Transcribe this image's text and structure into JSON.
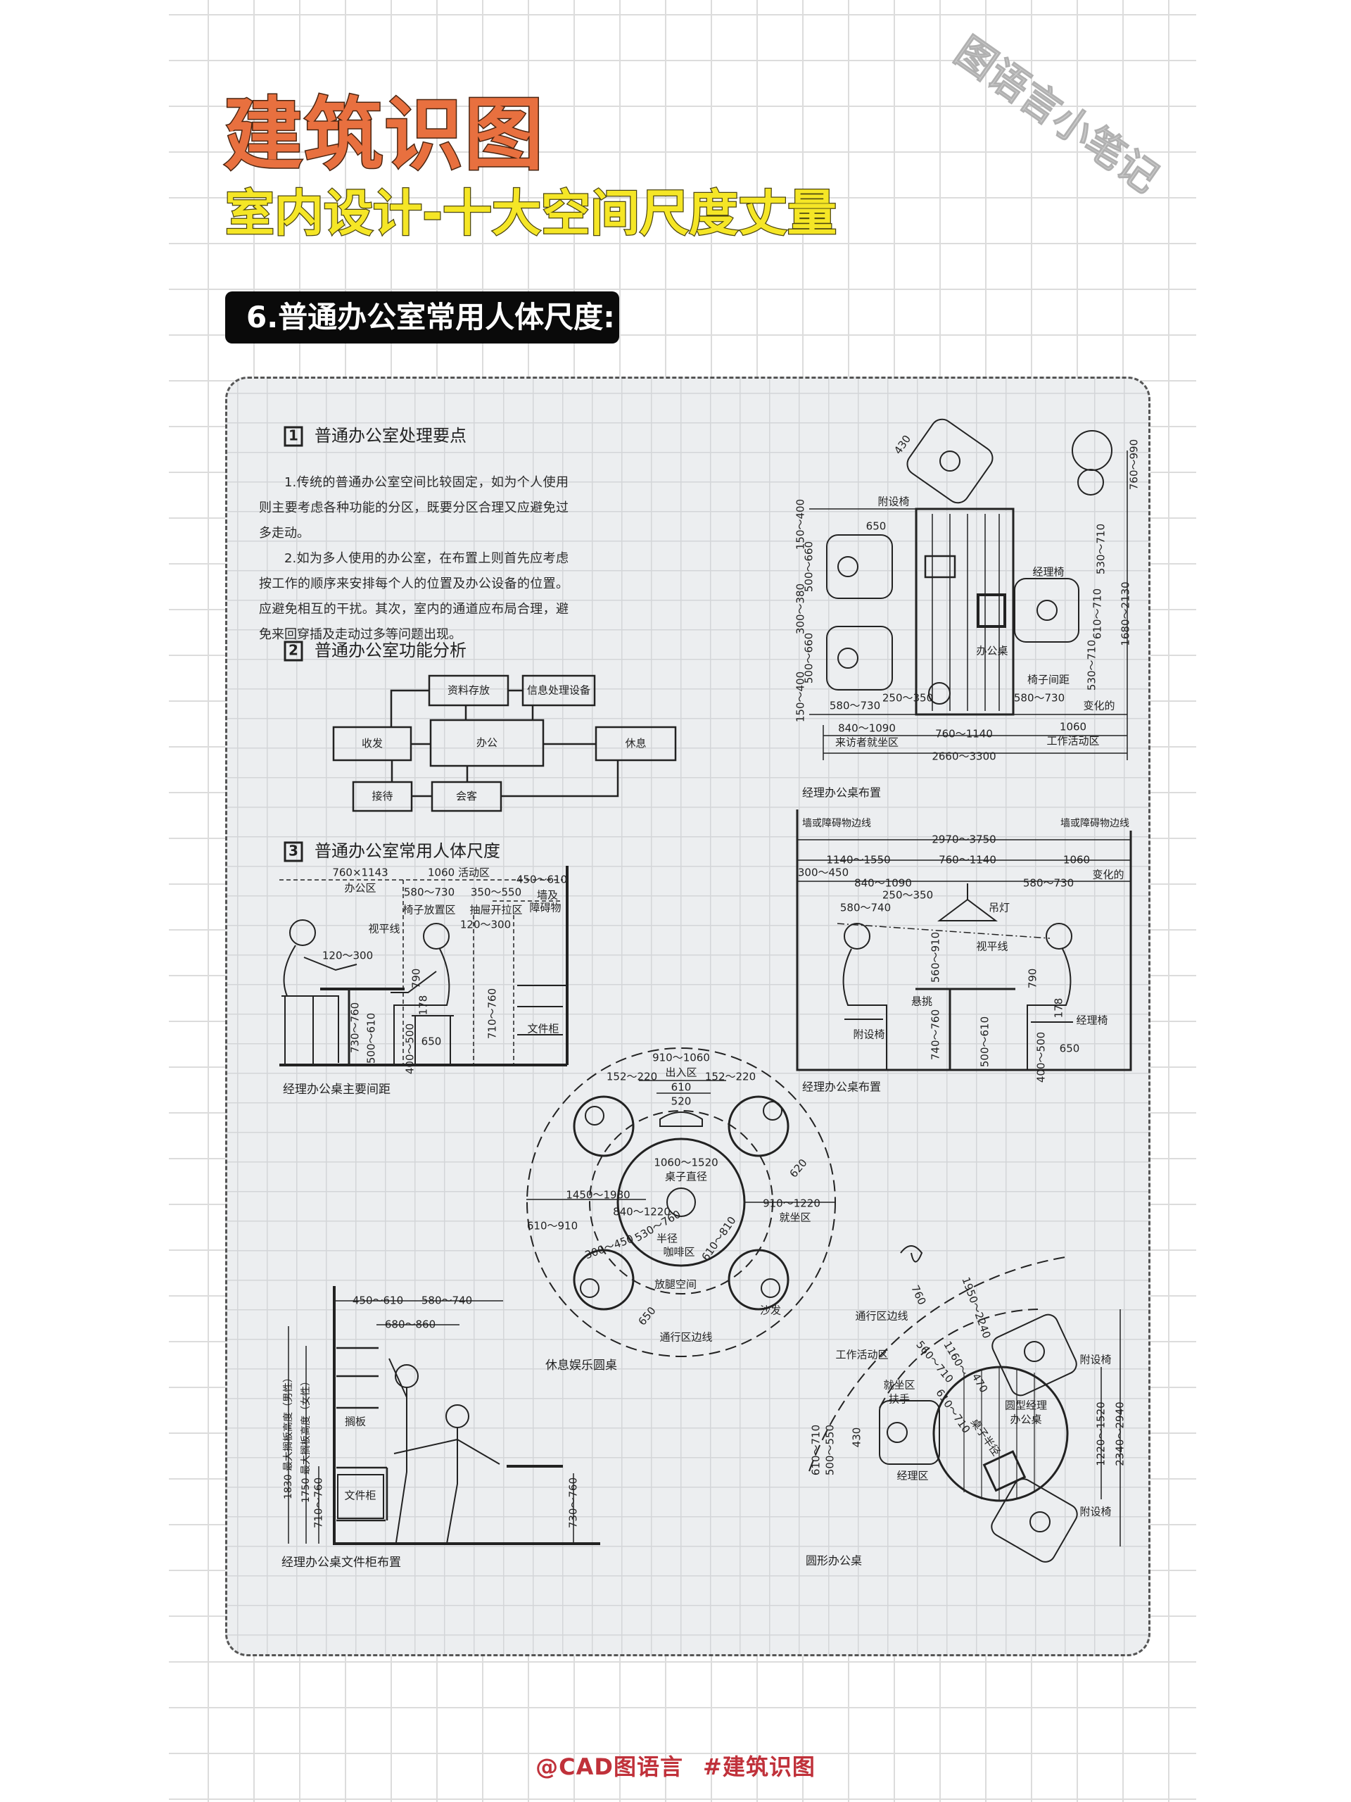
{
  "header": {
    "title": "建筑识图",
    "subtitle": "室内设计-十大空间尺度丈量",
    "section_label": "6.普通办公室常用人体尺度:"
  },
  "intro": {
    "num": "1",
    "heading": "普通办公室处理要点",
    "paragraphs": [
      "1.传统的普通办公室空间比较固定，如为个人使用则主要考虑各种功能的分区，既要分区合理又应避免过多走动。",
      "2.如为多人使用的办公室，在布置上则首先应考虑按工作的顺序来安排每个人的位置及办公设备的位置。应避免相互的干扰。其次，室内的通道应布局合理，避免来回穿插及走动过多等问题出现。"
    ]
  },
  "function_analysis": {
    "num": "2",
    "heading": "普通办公室功能分析",
    "nodes": {
      "storage": "资料存放",
      "info": "信息处理设备",
      "mail": "收发",
      "office": "办公",
      "rest": "休息",
      "reception": "接待",
      "meeting": "会客"
    }
  },
  "body_dims": {
    "num": "3",
    "heading": "普通办公室常用人体尺度",
    "labels": {
      "d760x1143": "760×1143",
      "office_zone": "办公区",
      "d1060": "1060 活动区",
      "d580_730": "580～730",
      "d350_550": "350～550",
      "chair_zone": "椅子放置区",
      "drawer_zone": "抽屉开拉区",
      "d450_610": "450～610",
      "wall1": "墙及",
      "wall2": "障碍物",
      "eye_line": "视平线",
      "d120_300a": "120～300",
      "d120_300b": "120～300",
      "d790": "790",
      "d178": "178",
      "d730_760": "730～760",
      "d500_610": "500～610",
      "d400_500": "400～500",
      "d650": "650",
      "d710_760": "710～760",
      "cabinet": "文件柜",
      "caption": "经理办公桌主要间距"
    }
  },
  "desk_plan": {
    "attached_chair": "附设椅",
    "d650": "650",
    "manager_chair": "经理椅",
    "desk": "办公桌",
    "chair_gap": "椅子间距",
    "variable": "变化的",
    "d250_350": "250～350",
    "d580_730a": "580～730",
    "d580_730b": "580～730",
    "d840_1090": "840～1090",
    "visitor_zone": "来访者就坐区",
    "d760_1140": "760～1140",
    "d1060": "1060",
    "work_zone": "工作活动区",
    "d2660_3300": "2660～3300",
    "caption": "经理办公桌布置",
    "d150_400a": "150～400",
    "d500_660a": "500～660",
    "d300_380": "300～380",
    "d500_660b": "500～660",
    "d150_400b": "150～400",
    "d530_710a": "530～710",
    "d610_710": "610～710",
    "d530_710b": "530～710",
    "d1680_2130": "1680～2130",
    "d760_990": "760～990",
    "d430": "430"
  },
  "desk_elevation": {
    "wall_left": "墙或障碍物边线",
    "wall_right": "墙或障碍物边线",
    "d2970_3750": "2970～3750",
    "d1140_1550": "1140～1550",
    "d760_1140": "760～1140",
    "d1060": "1060",
    "d300_450": "300～450",
    "d840_1090": "840～1090",
    "variable": "变化的",
    "d580_730": "580～730",
    "d250_350": "250～350",
    "d580_740": "580～740",
    "lamp": "吊灯",
    "eye_line": "视平线",
    "d560_910": "560～910",
    "d790": "790",
    "overhang": "悬挑",
    "d740_760": "740～760",
    "d500_610": "500～610",
    "d178": "178",
    "manager_chair": "经理椅",
    "attached_chair": "附设椅",
    "d650": "650",
    "d400_500": "400～500",
    "caption": "经理办公桌布置"
  },
  "round_table": {
    "d910_1060": "910～1060",
    "entry_zone": "出入区",
    "d152_220a": "152～220",
    "d152_220b": "152～220",
    "d610": "610",
    "d520": "520",
    "d1060_1520": "1060～1520",
    "table_diameter": "桌子直径",
    "d1450_1980": "1450～1980",
    "d910_1220": "910～1220",
    "seating_zone": "就坐区",
    "d840_1220": "840～1220",
    "d610_910": "610～910",
    "d300_450": "300～450",
    "d530_760": "530～760",
    "radius": "半径",
    "coffee_zone": "咖啡区",
    "d610_810": "610～810",
    "d620": "620",
    "leg_space": "放腿空间",
    "sofa": "沙发",
    "d650": "650",
    "passage_line": "通行区边线",
    "caption": "休息娱乐圆桌"
  },
  "round_desk": {
    "passage_line": "通行区边线",
    "work_zone": "工作活动区",
    "d760": "760",
    "d1950_2240": "1950～2240",
    "d1160": "1160～",
    "d560_710": "560～710",
    "d470": "470",
    "seating_zone": "就坐区",
    "armrest": "扶手",
    "d610_710": "610～710",
    "table_radius": "桌子半径",
    "desk1": "圆型经理",
    "desk2": "办公桌",
    "attached_chair_a": "附设椅",
    "attached_chair_b": "附设椅",
    "d1220_1520": "1220～1520",
    "d2340_2940": "2340～2940",
    "d610_710v": "610～710",
    "d500_550": "500～550",
    "d430": "430",
    "manager_zone": "经理区",
    "caption": "圆形办公桌"
  },
  "file_cabinet": {
    "d450_610": "450～610",
    "d580_740": "580～740",
    "d680_860": "680～860",
    "shelf": "搁板",
    "cabinet": "文件柜",
    "max_male": "1830 最大搁板高度（男性）",
    "max_female": "1750 最大搁板高度（女性）",
    "d710_760": "710～760",
    "d730_760": "730～760",
    "caption": "经理办公桌文件柜布置"
  },
  "footer": {
    "handle": "@CAD图语言",
    "hashtag": "#建筑识图"
  },
  "watermark": "图语言小笔记",
  "colors": {
    "title": "#E8703F",
    "subtitle": "#F5E626",
    "footer": "#C0313A",
    "card": "#ECEEF0"
  }
}
